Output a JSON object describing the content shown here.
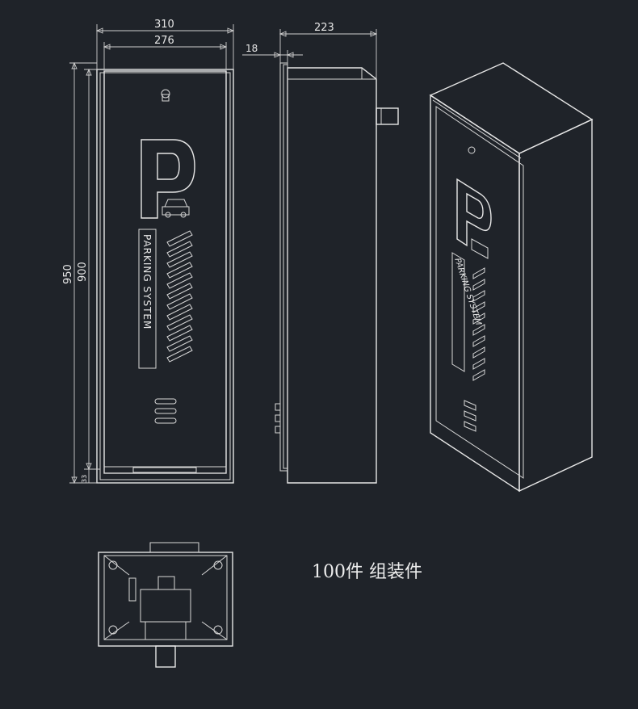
{
  "dimensions": {
    "outer_width": "310",
    "inner_width": "276",
    "depth": "223",
    "offset": "18",
    "total_height": "950",
    "body_height": "900",
    "base_height": "33"
  },
  "panel": {
    "letter": "P",
    "text": "PARKING SYSTEM"
  },
  "caption": "100件  组装件",
  "colors": {
    "background": "#1f2329",
    "line": "#e6e6e6"
  }
}
